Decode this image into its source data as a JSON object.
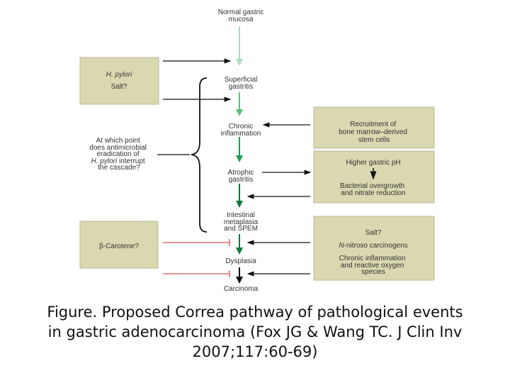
{
  "stages": {
    "normal": [
      "Normal gastric",
      "mucosa"
    ],
    "superficial": [
      "Superficial",
      "gastritis"
    ],
    "chronic": [
      "Chronic",
      "inflammation"
    ],
    "atrophic": [
      "Atrophic",
      "gastritis"
    ],
    "intestinal": [
      "Intestinal",
      "metaplasia",
      "and SPEM"
    ],
    "dysplasia": "Dysplasia",
    "carcinoma": "Carcinoma"
  },
  "boxes": {
    "hpylori": {
      "line1": "H. pylori",
      "line2": "Salt?"
    },
    "recruitment": [
      "Recruitment of",
      "bone marrow–derived",
      "stem cells"
    ],
    "ph": {
      "top": "Higher gastric pH",
      "bottom": [
        "Bacterial overgrowth",
        "and nitrate reduction"
      ]
    },
    "carotene": "β-Carotene?",
    "carcinogens": {
      "salt": "Salt?",
      "nitroso_italic": "N",
      "nitroso_rest": "-nitroso carcinogens",
      "inflammation": [
        "Chronic inflammation",
        "and reactive oxygen",
        "species"
      ]
    }
  },
  "question": [
    "At which point",
    "does antimicrobial",
    "eradication of",
    "H. pylori",
    " interrupt",
    "the cascade?"
  ],
  "caption": [
    "Figure. Proposed Correa pathway of pathological events",
    "in gastric adenocarcinoma (Fox JG & Wang TC. J Clin Inv",
    "2007;117:60-69)"
  ],
  "colors": {
    "box": "#d9d8b0",
    "green1": "#a9dcc0",
    "green2": "#5cbf7e",
    "green3": "#1f9e50",
    "green4": "#0b7a3c",
    "inhibit": "#d9534f"
  }
}
